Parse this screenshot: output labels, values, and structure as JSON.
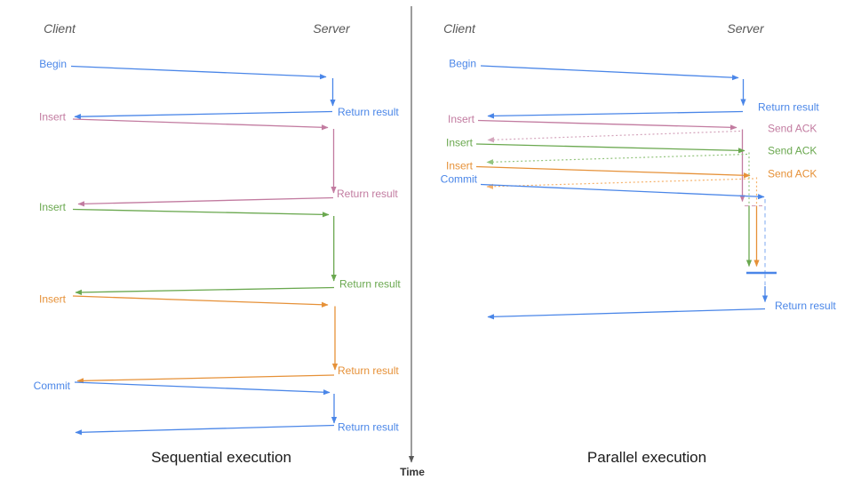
{
  "palette": {
    "blue": "#4a86e8",
    "pink": "#c27ba0",
    "green": "#6aa84f",
    "orange": "#e69138",
    "light_blue": "#93b7f3",
    "light_pink": "#d5a6bd",
    "light_green": "#93c47d",
    "light_orange": "#f6b26b",
    "axis_gray": "#595959",
    "header_gray": "#575757"
  },
  "time_axis": {
    "label": "Time"
  },
  "sequential": {
    "title": "Sequential execution",
    "client_header": "Client",
    "server_header": "Server",
    "operations": [
      {
        "request": "Begin",
        "response": "Return result",
        "color": "blue"
      },
      {
        "request": "Insert",
        "response": "Return result",
        "color": "pink"
      },
      {
        "request": "Insert",
        "response": "Return result",
        "color": "green"
      },
      {
        "request": "Insert",
        "response": "Return result",
        "color": "orange"
      },
      {
        "request": "Commit",
        "response": "Return result",
        "color": "blue"
      }
    ]
  },
  "parallel": {
    "title": "Parallel execution",
    "client_header": "Client",
    "server_header": "Server",
    "operations": [
      {
        "request": "Begin",
        "response": "Return result",
        "color": "blue"
      },
      {
        "request": "Insert",
        "response": "Send ACK",
        "color": "pink"
      },
      {
        "request": "Insert",
        "response": "Send ACK",
        "color": "green"
      },
      {
        "request": "Insert",
        "response": "Send ACK",
        "color": "orange"
      },
      {
        "request": "Commit",
        "response": "Return result",
        "color": "blue"
      }
    ]
  }
}
